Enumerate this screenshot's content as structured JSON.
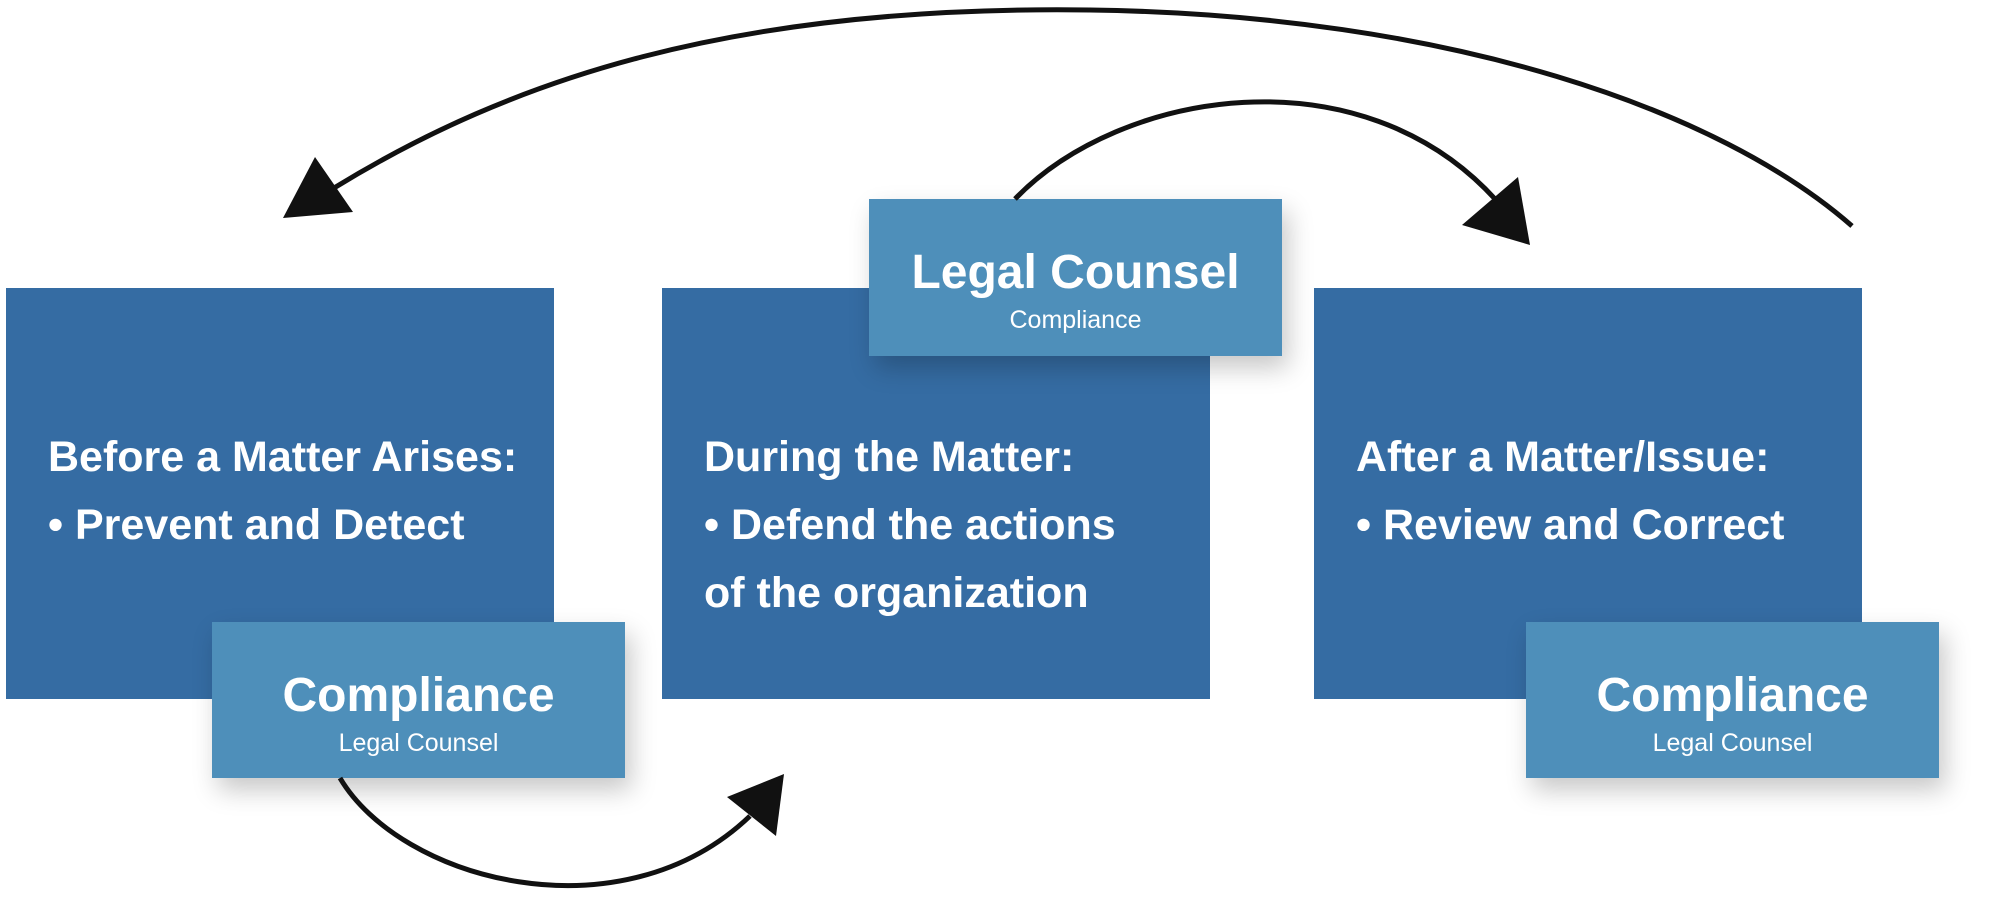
{
  "stages": [
    {
      "heading": "Before a Matter Arises:",
      "lines": [
        "• Prevent and Detect"
      ],
      "role": {
        "title": "Compliance",
        "subtitle": "Legal Counsel"
      }
    },
    {
      "heading": "During the Matter:",
      "lines": [
        "• Defend the actions",
        "of the organization"
      ],
      "role": {
        "title": "Legal Counsel",
        "subtitle": "Compliance"
      }
    },
    {
      "heading": "After a Matter/Issue:",
      "lines": [
        "• Review and Correct"
      ],
      "role": {
        "title": "Compliance",
        "subtitle": "Legal Counsel"
      }
    }
  ],
  "arrows": [
    {
      "from": "stage-1",
      "to": "stage-2"
    },
    {
      "from": "stage-2",
      "to": "stage-3"
    },
    {
      "from": "stage-3",
      "to": "stage-1"
    }
  ],
  "colors": {
    "main_box": "#356ca3",
    "role_box": "#4e8fba",
    "text": "#ffffff",
    "arrow": "#111111"
  }
}
